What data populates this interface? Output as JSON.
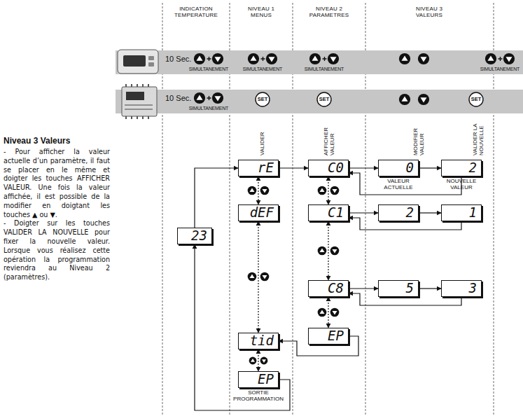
{
  "diagram": {
    "nodes": [
      {
        "text": [
          "rE"
        ]
      },
      {
        "text": [
          "dEF"
        ]
      },
      {
        "text": [
          "tid"
        ]
      },
      {
        "text": [
          "EP",
          "SORTIE PROGRAMMATION"
        ]
      },
      {
        "text": [
          "23"
        ]
      },
      {
        "text": [
          "C0"
        ]
      },
      {
        "text": [
          "C1"
        ]
      },
      {
        "text": [
          "C8"
        ]
      },
      {
        "text": [
          "EP"
        ]
      },
      {
        "text": [
          "0",
          "VALEUR ACTUELLE"
        ]
      },
      {
        "text": [
          "2",
          "NOUVELLE VALEUR"
        ]
      },
      {
        "text": [
          "2"
        ]
      },
      {
        "text": [
          "1"
        ]
      },
      {
        "text": [
          "5"
        ]
      },
      {
        "text": [
          "3"
        ]
      }
    ],
    "edges": [
      {
        "from": 0,
        "to": 5,
        "arrow": "to"
      },
      {
        "from": 0,
        "to": 1,
        "arrow": "both"
      },
      {
        "from": 1,
        "to": 2,
        "arrow": "both"
      },
      {
        "from": 2,
        "to": 3,
        "arrow": "both"
      },
      {
        "from": 3,
        "to": 4,
        "arrow": "to"
      },
      {
        "from": 4,
        "to": 0,
        "arrow": "to"
      },
      {
        "from": 5,
        "to": 6,
        "arrow": "both"
      },
      {
        "from": 6,
        "to": 7,
        "arrow": "both"
      },
      {
        "from": 7,
        "to": 8,
        "arrow": "both"
      },
      {
        "from": 5,
        "to": 9,
        "arrow": "to"
      },
      {
        "from": 9,
        "to": 10,
        "arrow": "to"
      },
      {
        "from": 10,
        "to": 5,
        "arrow": "to"
      },
      {
        "from": 6,
        "to": 11,
        "arrow": "to"
      },
      {
        "from": 11,
        "to": 12,
        "arrow": "to"
      },
      {
        "from": 12,
        "to": 6,
        "arrow": "to"
      },
      {
        "from": 7,
        "to": 13,
        "arrow": "to"
      },
      {
        "from": 13,
        "to": 14,
        "arrow": "to"
      },
      {
        "from": 14,
        "to": 7,
        "arrow": "to"
      },
      {
        "from": 8,
        "to": 2,
        "arrow": "to"
      }
    ],
    "labels": [
      "INDICATION TEMPERATURE",
      "NIVEAU 1 MENUS",
      "NIVEAU 2 PARAMETRES",
      "NIVEAU 3 VALEURS",
      "10 Sec.",
      "SIMULTANEMENT",
      "SIMULTANEMENT",
      "SIMULTANEMENT",
      "SIMULTANEMENT",
      "10 Sec.",
      "SIMULTANEMENT",
      "SET",
      "SET",
      "SET",
      "VALIDER",
      "AFFICHER VALEUR",
      "MODIFIER VALEUR",
      "VALIDER LA NOUVELLE",
      "Niveau 3 Valeurs",
      "- Pour afficher la valeur actuelle d’un paramètre, il faut se placer en le même et doigter les touches AFFICHER VALEUR. Une fois la valeur affichée, il est possible de la modifier en doigtant les touches ▲ ou ▼.",
      "- Doigter sur les touches VALIDER LA NOUVELLE pour fixer la nouvelle valeur. Lorsque vous réalisez cette opération la programmation reviendra au Niveau 2 (paramètres)."
    ]
  }
}
